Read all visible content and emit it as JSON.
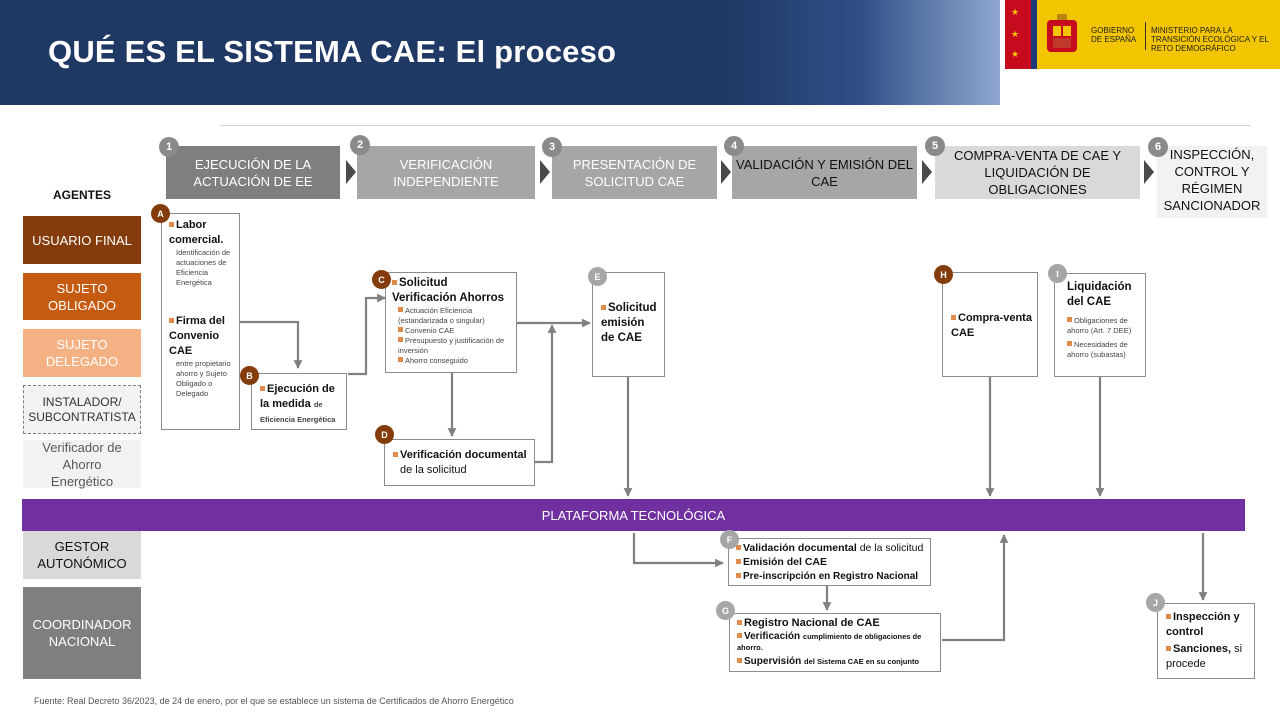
{
  "header": {
    "title": "QUÉ ES EL SISTEMA CAE: El proceso"
  },
  "logo": {
    "gobierno": "GOBIERNO DE ESPAÑA",
    "ministerio": "MINISTERIO PARA LA TRANSICIÓN ECOLÓGICA Y EL RETO DEMOGRÁFICO"
  },
  "steps": [
    {
      "num": "1",
      "label": "EJECUCIÓN DE LA ACTUACIÓN DE EE"
    },
    {
      "num": "2",
      "label": "VERIFICACIÓN INDEPENDIENTE"
    },
    {
      "num": "3",
      "label": "PRESENTACIÓN DE SOLICITUD CAE"
    },
    {
      "num": "4",
      "label": "VALIDACIÓN Y EMISIÓN DEL CAE"
    },
    {
      "num": "5",
      "label": "COMPRA-VENTA DE CAE Y LIQUIDACIÓN DE OBLIGACIONES"
    },
    {
      "num": "6",
      "label": "INSPECCIÓN, CONTROL Y RÉGIMEN SANCIONADOR"
    }
  ],
  "agents": {
    "heading": "AGENTES",
    "items": [
      "USUARIO FINAL",
      "SUJETO OBLIGADO",
      "SUJETO DELEGADO",
      "INSTALADOR/ SUBCONTRATISTA",
      "Verificador de Ahorro Energético",
      "GESTOR AUTONÓMICO",
      "COORDINADOR NACIONAL"
    ]
  },
  "platform": "PLATAFORMA TECNOLÓGICA",
  "boxes": {
    "A": {
      "letter": "A",
      "t1": "Labor comercial.",
      "s1": "Identificación de actuaciones de Eficiencia Energética",
      "t2": "Firma del Convenio CAE",
      "s2": "entre propietario ahorro y Sujeto Obligado o Delegado"
    },
    "B": {
      "letter": "B",
      "t1": "Ejecución de la medida",
      "s1": "de Eficiencia Energética"
    },
    "C": {
      "letter": "C",
      "t1": "Solicitud Verificación Ahorros",
      "items": [
        "Actuación Eficiencia (estandarizada o singular)",
        "Convenio CAE",
        "Presupuesto y justificación de inversión",
        "Ahorro conseguido"
      ]
    },
    "D": {
      "letter": "D",
      "t1": "Verificación documental",
      "s1": "de la solicitud"
    },
    "E": {
      "letter": "E",
      "t1": "Solicitud emisión de CAE"
    },
    "F": {
      "letter": "F",
      "l1a": "Validación documental",
      "l1b": "de la solicitud",
      "l2": "Emisión del CAE",
      "l3": "Pre-inscripción en Registro Nacional"
    },
    "G": {
      "letter": "G",
      "l1": "Registro Nacional de CAE",
      "l2a": "Verificación",
      "l2b": "cumplimiento de obligaciones de ahorro.",
      "l3a": "Supervisión",
      "l3b": "del Sistema CAE en su conjunto"
    },
    "H": {
      "letter": "H",
      "t1": "Compra-venta CAE"
    },
    "I": {
      "letter": "I",
      "t1": "Liquidación del CAE",
      "items": [
        "Obligaciones de ahorro (Art. 7 DEE)",
        "Necesidades de ahorro (subastas)"
      ]
    },
    "J": {
      "letter": "J",
      "l1": "Inspección y control",
      "l2a": "Sanciones,",
      "l2b": "si procede"
    }
  },
  "colors": {
    "header": "#1f3864",
    "usuario_final": "#843c0c",
    "sujeto_obligado": "#c55a11",
    "sujeto_delegado": "#f4b183",
    "platform": "#7030a0",
    "step_dark": "#7f7f7f",
    "step_light": "#bfbfbf"
  },
  "source": "Fuente: Real Decreto 36/2023, de 24 de enero, por el que se establece un sistema de Certificados de Ahorro Energético"
}
